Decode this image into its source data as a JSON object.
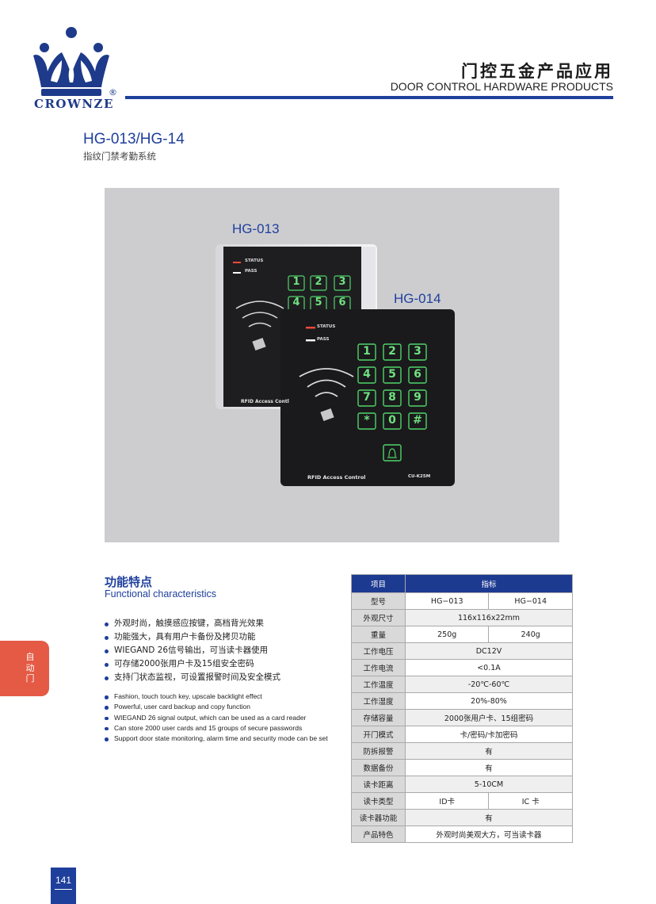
{
  "brand": {
    "name": "CROWNZE",
    "registered": "®"
  },
  "header": {
    "title_cn": "门控五金产品应用",
    "title_en": "DOOR CONTROL HARDWARE PRODUCTS"
  },
  "product": {
    "model": "HG-013/HG-14",
    "subtitle": "指纹门禁考勤系统",
    "devices": [
      {
        "label": "HG-013",
        "status": "STATUS",
        "pass": "PASS",
        "keys": [
          "1",
          "2",
          "3",
          "4",
          "5",
          "6"
        ],
        "brand_text": "RFID Access Contl"
      },
      {
        "label": "HG-014",
        "status": "STATUS",
        "pass": "PASS",
        "keys": [
          "1",
          "2",
          "3",
          "4",
          "5",
          "6",
          "7",
          "8",
          "9",
          "*",
          "0",
          "#"
        ],
        "brand_text": "RFID Access Control",
        "model_text": "CU-K25M"
      }
    ]
  },
  "features": {
    "title_cn": "功能特点",
    "title_en": "Functional characteristics",
    "items_cn": [
      "外观时尚，触摸感应按键，高档背光效果",
      "功能强大，具有用户卡备份及拷贝功能",
      "WIEGAND 26信号输出，可当读卡器使用",
      "可存储2000张用户卡及15组安全密码",
      "支持门状态监视，可设置报警时间及安全模式"
    ],
    "items_en": [
      "Fashion, touch touch key, upscale backlight effect",
      "Powerful, user card backup and copy function",
      "WIEGAND 26 signal output, which can be used as a card reader",
      "Can store 2000 user cards and 15 groups of secure passwords",
      "Support door state monitoring, alarm time and security mode can be set"
    ]
  },
  "side_tab": {
    "chars": [
      "自",
      "动",
      "门"
    ]
  },
  "spec_table": {
    "headers": [
      "项目",
      "指标"
    ],
    "rows": [
      {
        "label": "型号",
        "values": [
          "HG−013",
          "HG−014"
        ]
      },
      {
        "label": "外观尺寸",
        "values": [
          "116x116x22mm"
        ]
      },
      {
        "label": "重量",
        "values": [
          "250g",
          "240g"
        ]
      },
      {
        "label": "工作电压",
        "values": [
          "DC12V"
        ]
      },
      {
        "label": "工作电流",
        "values": [
          "<0.1A"
        ]
      },
      {
        "label": "工作温度",
        "values": [
          "-20℃-60℃"
        ]
      },
      {
        "label": "工作湿度",
        "values": [
          "20%-80%"
        ]
      },
      {
        "label": "存储容量",
        "values": [
          "2000张用户卡、15组密码"
        ]
      },
      {
        "label": "开门模式",
        "values": [
          "卡/密码/卡加密码"
        ]
      },
      {
        "label": "防拆报警",
        "values": [
          "有"
        ]
      },
      {
        "label": "数据备份",
        "values": [
          "有"
        ]
      },
      {
        "label": "读卡距离",
        "values": [
          "5-10CM"
        ]
      },
      {
        "label": "读卡类型",
        "values": [
          "ID卡",
          "IC 卡"
        ]
      },
      {
        "label": "读卡器功能",
        "values": [
          "有"
        ]
      },
      {
        "label": "产品特色",
        "values": [
          "外观时尚美观大方，可当读卡器"
        ]
      }
    ]
  },
  "page_number": "141"
}
